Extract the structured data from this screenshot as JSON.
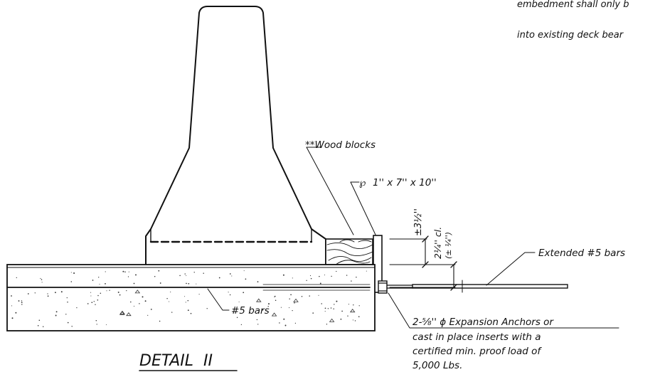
{
  "header_note": {
    "line1": "embedment shall only b",
    "line2": "into existing deck bear"
  },
  "labels": {
    "wood_blocks": "**Wood blocks",
    "plate_symbol": "℘",
    "plate": "1'' x 7'' x 10''",
    "extended_bars": "Extended #5 bars",
    "bars": "#5 bars"
  },
  "dimensions": {
    "d1_prefix": "±3",
    "d1_frac": "½''",
    "d2_main": "2¼'' cl.",
    "d2_tol": "(± ¼'')"
  },
  "anchor_note": {
    "line1": "2-⁵⁄₈'' ϕ Expansion Anchors or",
    "line2": "cast in place inserts with a",
    "line3": "certified min. proof load of",
    "line4": "5,000 Lbs."
  },
  "title": "DETAIL  II"
}
